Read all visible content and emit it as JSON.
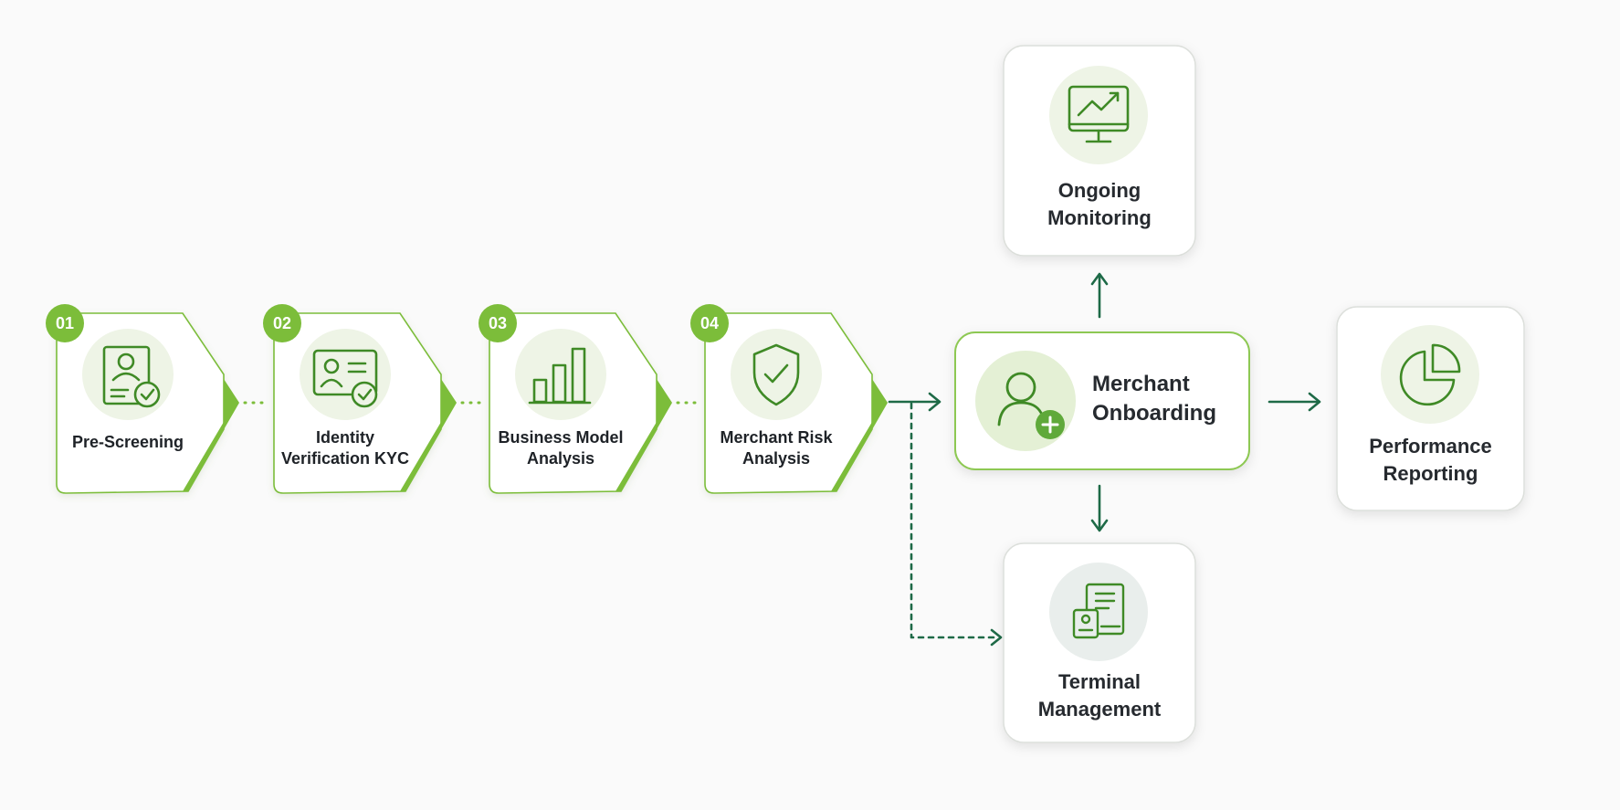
{
  "colors": {
    "green": "#7cbd3a",
    "icon_green": "#3f8a26",
    "dark_green": "#1e6a47",
    "icon_bg": "#eef4e6",
    "card_border": "#d9dcd8",
    "background": "#fafafa"
  },
  "steps": [
    {
      "number": "01",
      "lines": [
        "Pre-Screening"
      ],
      "icon": "profile-document-check-icon"
    },
    {
      "number": "02",
      "lines": [
        "Identity",
        "Verification KYC"
      ],
      "icon": "id-card-check-icon"
    },
    {
      "number": "03",
      "lines": [
        "Business Model",
        "Analysis"
      ],
      "icon": "bar-chart-icon"
    },
    {
      "number": "04",
      "lines": [
        "Merchant Risk",
        "Analysis"
      ],
      "icon": "shield-check-icon"
    }
  ],
  "merchant": {
    "lines": [
      "Merchant",
      "Onboarding"
    ],
    "icon": "user-plus-icon"
  },
  "monitoring": {
    "lines": [
      "Ongoing",
      "Monitoring"
    ],
    "icon": "monitor-chart-icon"
  },
  "reporting": {
    "lines": [
      "Performance",
      "Reporting"
    ],
    "icon": "pie-chart-icon"
  },
  "terminal": {
    "lines": [
      "Terminal",
      "Management"
    ],
    "icon": "terminal-documents-icon"
  }
}
